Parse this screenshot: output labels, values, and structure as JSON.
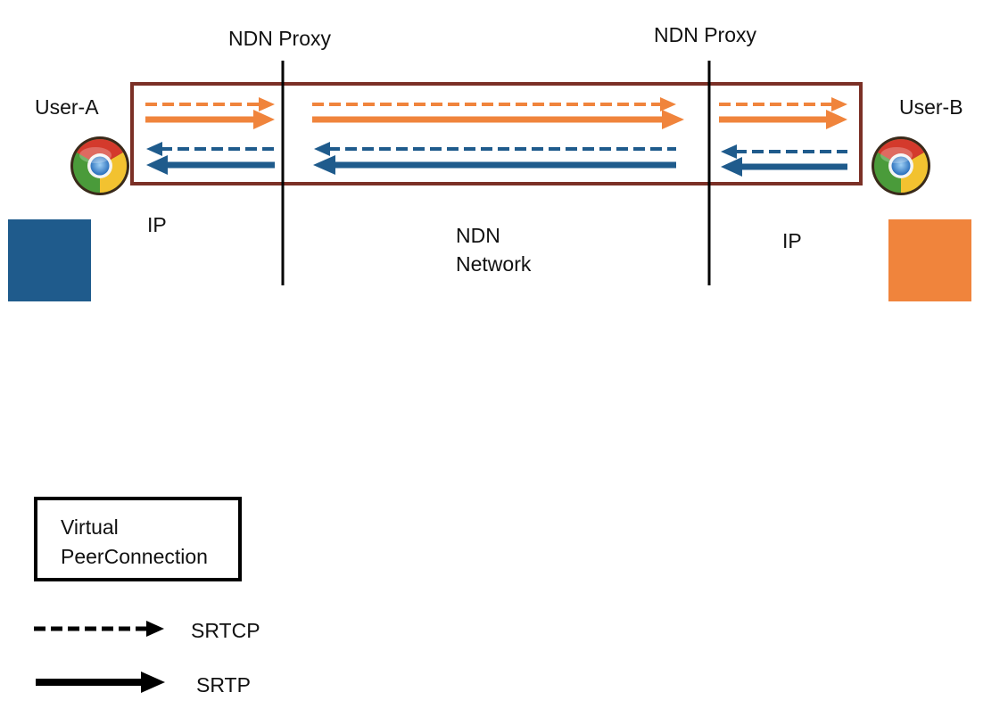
{
  "labels": {
    "proxy_left": "NDN Proxy",
    "proxy_right": "NDN Proxy",
    "user_a": "User-A",
    "user_b": "User-B",
    "ip_left": "IP",
    "ip_right": "IP",
    "ndn_network": "NDN\nNetwork"
  },
  "legend": {
    "box_label": "Virtual\nPeerConnection",
    "dashed_label": "SRTCP",
    "solid_label": "SRTP"
  },
  "colors": {
    "orange": "#f0843c",
    "blue": "#1f5b8c",
    "frame": "#7b3026",
    "black": "#000000"
  },
  "icons": {
    "browser_left": "chrome-browser-icon",
    "browser_right": "chrome-browser-icon"
  }
}
